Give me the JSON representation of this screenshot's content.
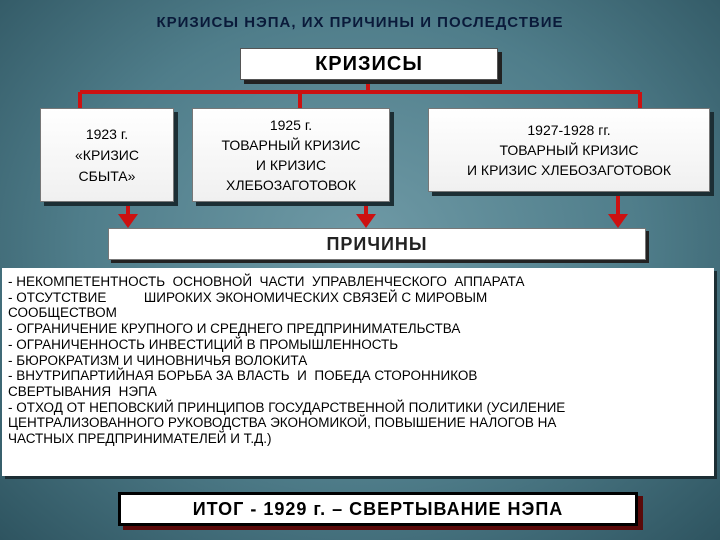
{
  "title": "КРИЗИСЫ НЭПА, ИХ ПРИЧИНЫ И ПОСЛЕДСТВИЕ",
  "header": "КРИЗИСЫ",
  "crises": [
    {
      "lines": [
        "1923 г.",
        "«КРИЗИС",
        "СБЫТА»"
      ]
    },
    {
      "lines": [
        "1925 г.",
        "ТОВАРНЫЙ КРИЗИС",
        "И КРИЗИС",
        "ХЛЕБОЗАГОТОВОК"
      ]
    },
    {
      "lines": [
        "1927-1928 гг.",
        "ТОВАРНЫЙ КРИЗИС",
        "И КРИЗИС ХЛЕБОЗАГОТОВОК"
      ]
    }
  ],
  "reasons_header": "ПРИЧИНЫ",
  "reasons": [
    "- НЕКОМПЕТЕНТНОСТЬ  ОСНОВНОЙ  ЧАСТИ  УПРАВЛЕНЧЕСКОГО  АППАРАТА",
    "- ОТСУТСТВИЕ          ШИРОКИХ ЭКОНОМИЧЕСКИХ СВЯЗЕЙ С МИРОВЫМ",
    "СООБЩЕСТВОМ",
    "- ОГРАНИЧЕНИЕ КРУПНОГО И СРЕДНЕГО ПРЕДПРИНИМАТЕЛЬСТВА",
    "- ОГРАНИЧЕННОСТЬ ИНВЕСТИЦИЙ В ПРОМЫШЛЕННОСТЬ",
    "- БЮРОКРАТИЗМ И ЧИНОВНИЧЬЯ ВОЛОКИТА",
    "- ВНУТРИПАРТИЙНАЯ БОРЬБА ЗА ВЛАСТЬ  И  ПОБЕДА СТОРОННИКОВ",
    "СВЕРТЫВАНИЯ  НЭПА",
    "- ОТХОД ОТ НЕПОВСКИЙ ПРИНЦИПОВ ГОСУДАРСТВЕННОЙ ПОЛИТИКИ (УСИЛЕНИЕ",
    "ЦЕНТРАЛИЗОВАННОГО РУКОВОДСТВА ЭКОНОМИКОЙ, ПОВЫШЕНИЕ НАЛОГОВ НА",
    "ЧАСТНЫХ ПРЕДПРИНИМАТЕЛЕЙ И Т.Д.)"
  ],
  "result": "ИТОГ  -  1929 г. – СВЕРТЫВАНИЕ НЭПА",
  "colors": {
    "connector": "#cc1111",
    "background": "#5b8794"
  }
}
